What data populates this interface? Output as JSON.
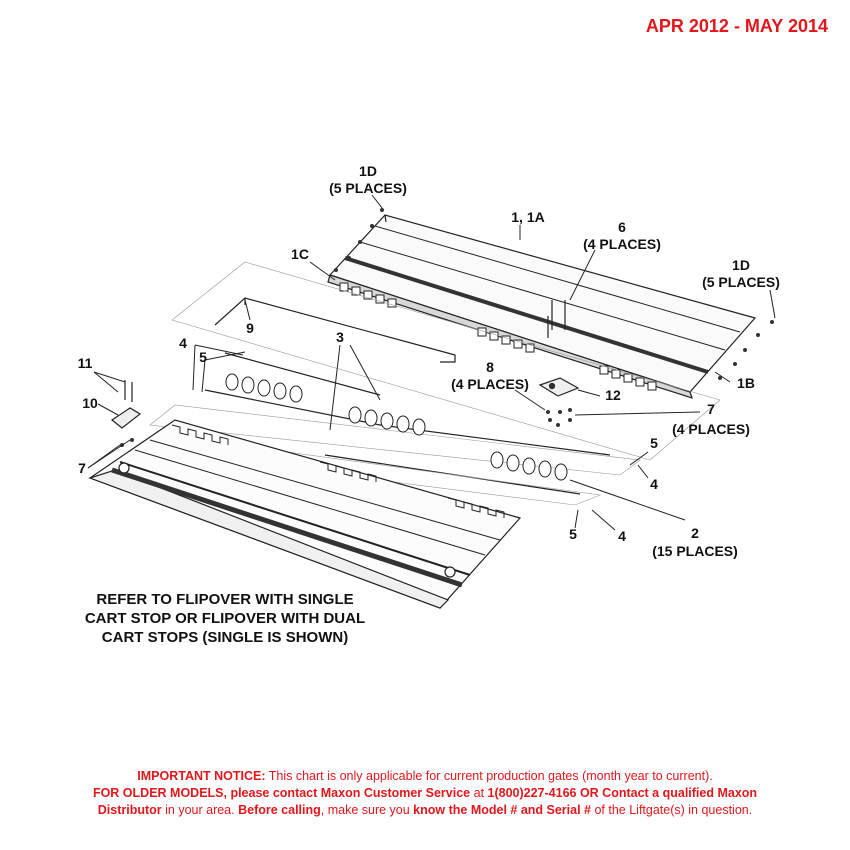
{
  "header": {
    "date_range": "APR 2012 - MAY 2014"
  },
  "labels": {
    "l1d_top": "1D",
    "l1d_top_places": "(5 PLACES)",
    "l1_1a": "1, 1A",
    "l6": "6",
    "l6_places": "(4 PLACES)",
    "l1c": "1C",
    "l1d_right": "1D",
    "l1d_right_places": "(5 PLACES)",
    "l9": "9",
    "l3": "3",
    "l4_left": "4",
    "l5_left": "5",
    "l11": "11",
    "l8": "8",
    "l8_places": "(4 PLACES)",
    "l12": "12",
    "l1b": "1B",
    "l10": "10",
    "l7_right": "7",
    "l7_right_places": "(4 PLACES)",
    "l7_left": "7",
    "l5_right": "5",
    "l4_right": "4",
    "l2": "2",
    "l2_places": "(15 PLACES)",
    "l5_bottom": "5",
    "l4_bottom": "4"
  },
  "reference_note": {
    "line1": "REFER TO FLIPOVER WITH SINGLE",
    "line2": "CART STOP OR FLIPOVER WITH DUAL",
    "line3": "CART STOPS (SINGLE IS SHOWN)"
  },
  "notice": {
    "important_label": "IMPORTANT NOTICE:",
    "important_text": " This chart is only applicable for current production gates (month year to current).",
    "older_label": "FOR OLDER MODELS, please contact Maxon Customer Service",
    "at_text": " at ",
    "phone_text": "1(800)227-4166 OR Contact a qualified Maxon",
    "distributor_label": "Distributor",
    "area_text": " in your area. ",
    "before_label": "Before calling",
    "make_sure_text": ", make sure you ",
    "know_label": "know the Model # and Serial #",
    "end_text": " of the Liftgate(s) in question."
  },
  "colors": {
    "accent_red": "#e3161b",
    "ink": "#111111"
  }
}
